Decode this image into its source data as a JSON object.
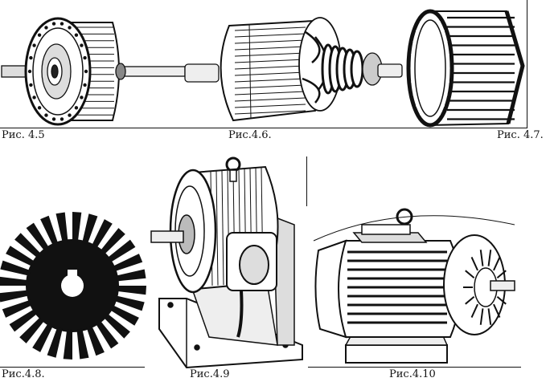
{
  "figures": [
    {
      "id": "4.5",
      "caption": "Рис. 4.5"
    },
    {
      "id": "4.6",
      "caption": "Рис.4.6."
    },
    {
      "id": "4.7",
      "caption": "Рис. 4.7."
    },
    {
      "id": "4.8",
      "caption": "Рис.4.8."
    },
    {
      "id": "4.9",
      "caption": "Рис.4.9"
    },
    {
      "id": "4.10",
      "caption": "Рис.4.10"
    }
  ],
  "colors": {
    "ink": "#111111",
    "paper": "#ffffff",
    "shade": "#555555"
  }
}
